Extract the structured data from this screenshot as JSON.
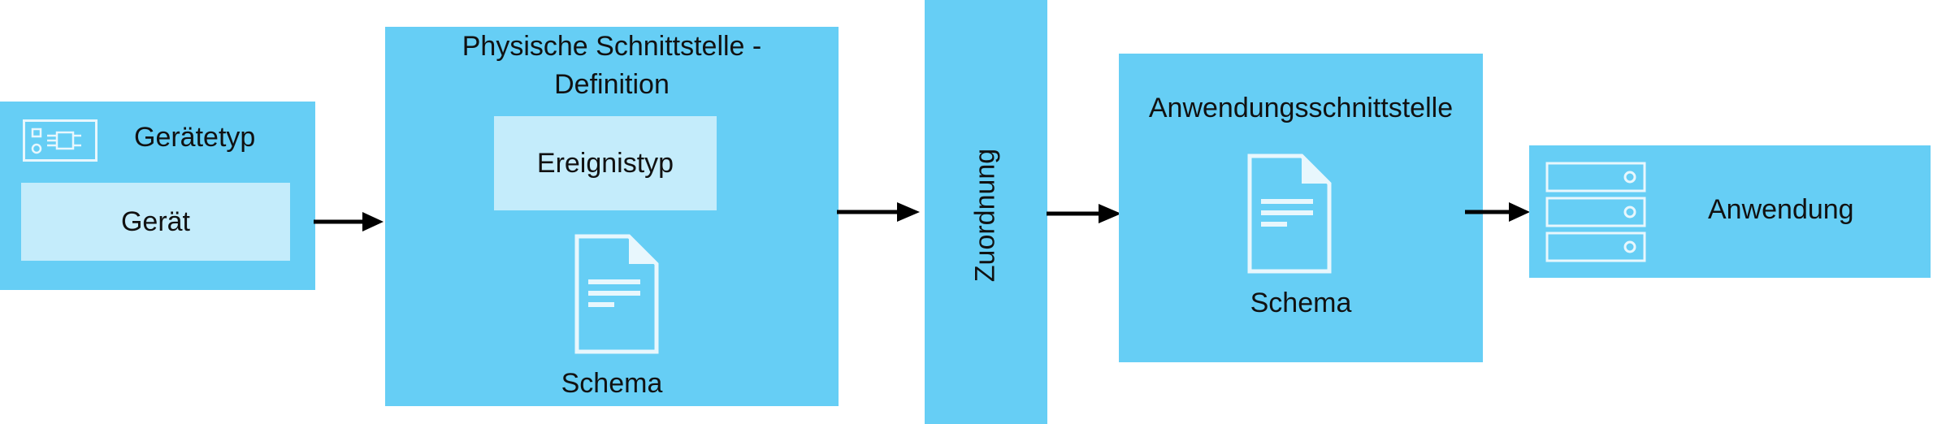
{
  "device_type": {
    "title": "Gerätetyp",
    "device_label": "Gerät"
  },
  "physical_interface": {
    "title_line1": "Physische Schnittstelle -",
    "title_line2": "Definition",
    "event_type_label": "Ereignistyp",
    "schema_label": "Schema"
  },
  "mapping": {
    "label": "Zuordnung"
  },
  "application_interface": {
    "title": "Anwendungsschnittstelle",
    "schema_label": "Schema"
  },
  "application": {
    "label": "Anwendung"
  },
  "colors": {
    "box": "#66cef5",
    "inner_box": "#c4ecfb",
    "icon_stroke": "#e8f7fd",
    "arrow": "#000000"
  },
  "icons": [
    "device-chip-icon",
    "document-icon",
    "server-stack-icon"
  ]
}
